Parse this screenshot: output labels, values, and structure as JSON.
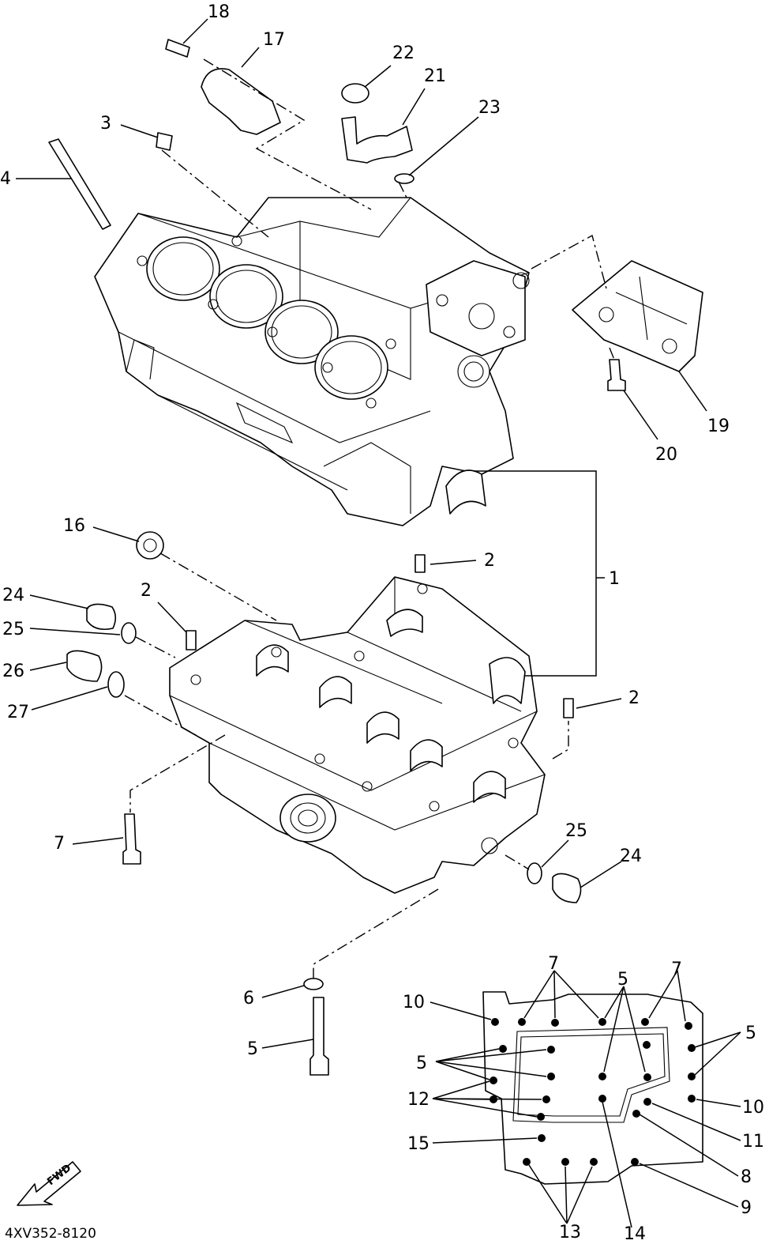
{
  "diagram_code": "4XV352-8120",
  "fwd_label": "FWD",
  "main_labels": {
    "p1": "1",
    "p2a": "2",
    "p2b": "2",
    "p2c": "2",
    "p3": "3",
    "p4": "4",
    "p5": "5",
    "p6": "6",
    "p7": "7",
    "p16": "16",
    "p17": "17",
    "p18": "18",
    "p19": "19",
    "p20": "20",
    "p21": "21",
    "p22": "22",
    "p23": "23",
    "p24a": "24",
    "p24b": "24",
    "p25a": "25",
    "p25b": "25",
    "p26": "26",
    "p27": "27"
  },
  "inset_labels": {
    "i7a": "7",
    "i7b": "7",
    "i5top": "5",
    "i5right": "5",
    "i5left": "5",
    "i10a": "10",
    "i10b": "10",
    "i12": "12",
    "i11": "11",
    "i15": "15",
    "i8": "8",
    "i9": "9",
    "i13": "13",
    "i14": "14"
  }
}
